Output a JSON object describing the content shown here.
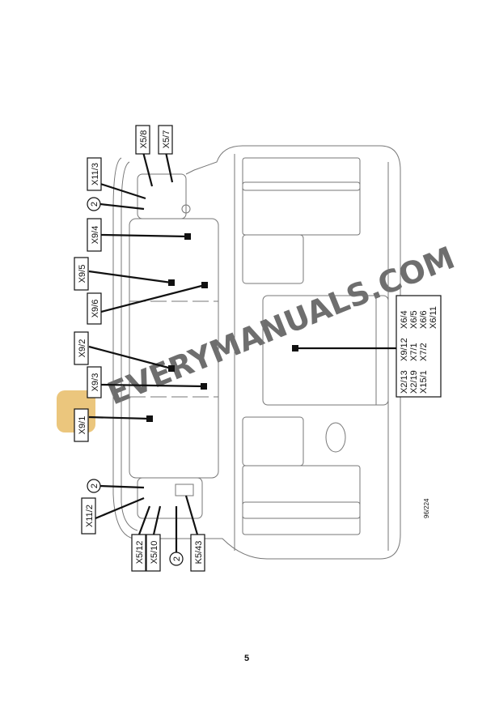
{
  "labels": {
    "x11_3": "X11/3",
    "x5_8": "X5/8",
    "x5_7": "X5/7",
    "circle_top": "2",
    "x9_4": "X9/4",
    "x9_5": "X9/5",
    "x9_6": "X9/6",
    "x9_2": "X9/2",
    "x9_3": "X9/3",
    "x9_1": "X9/1",
    "circle_bottom_left": "2",
    "x11_2": "X11/2",
    "x5_12": "X5/12",
    "x5_10": "X5/10",
    "circle_bottom": "2",
    "k5_43": "K5/43"
  },
  "right_box": {
    "col1": [
      "X2/13",
      "X2/19",
      "X15/1"
    ],
    "col2": [
      "X9/12",
      "X7/1",
      "X7/2"
    ],
    "col3": [
      "X6/4",
      "X6/5",
      "X6/6",
      "X6/11"
    ]
  },
  "figure_ref": "96/224",
  "page_number": "5",
  "watermark": "EVERYMANUALS.COM"
}
